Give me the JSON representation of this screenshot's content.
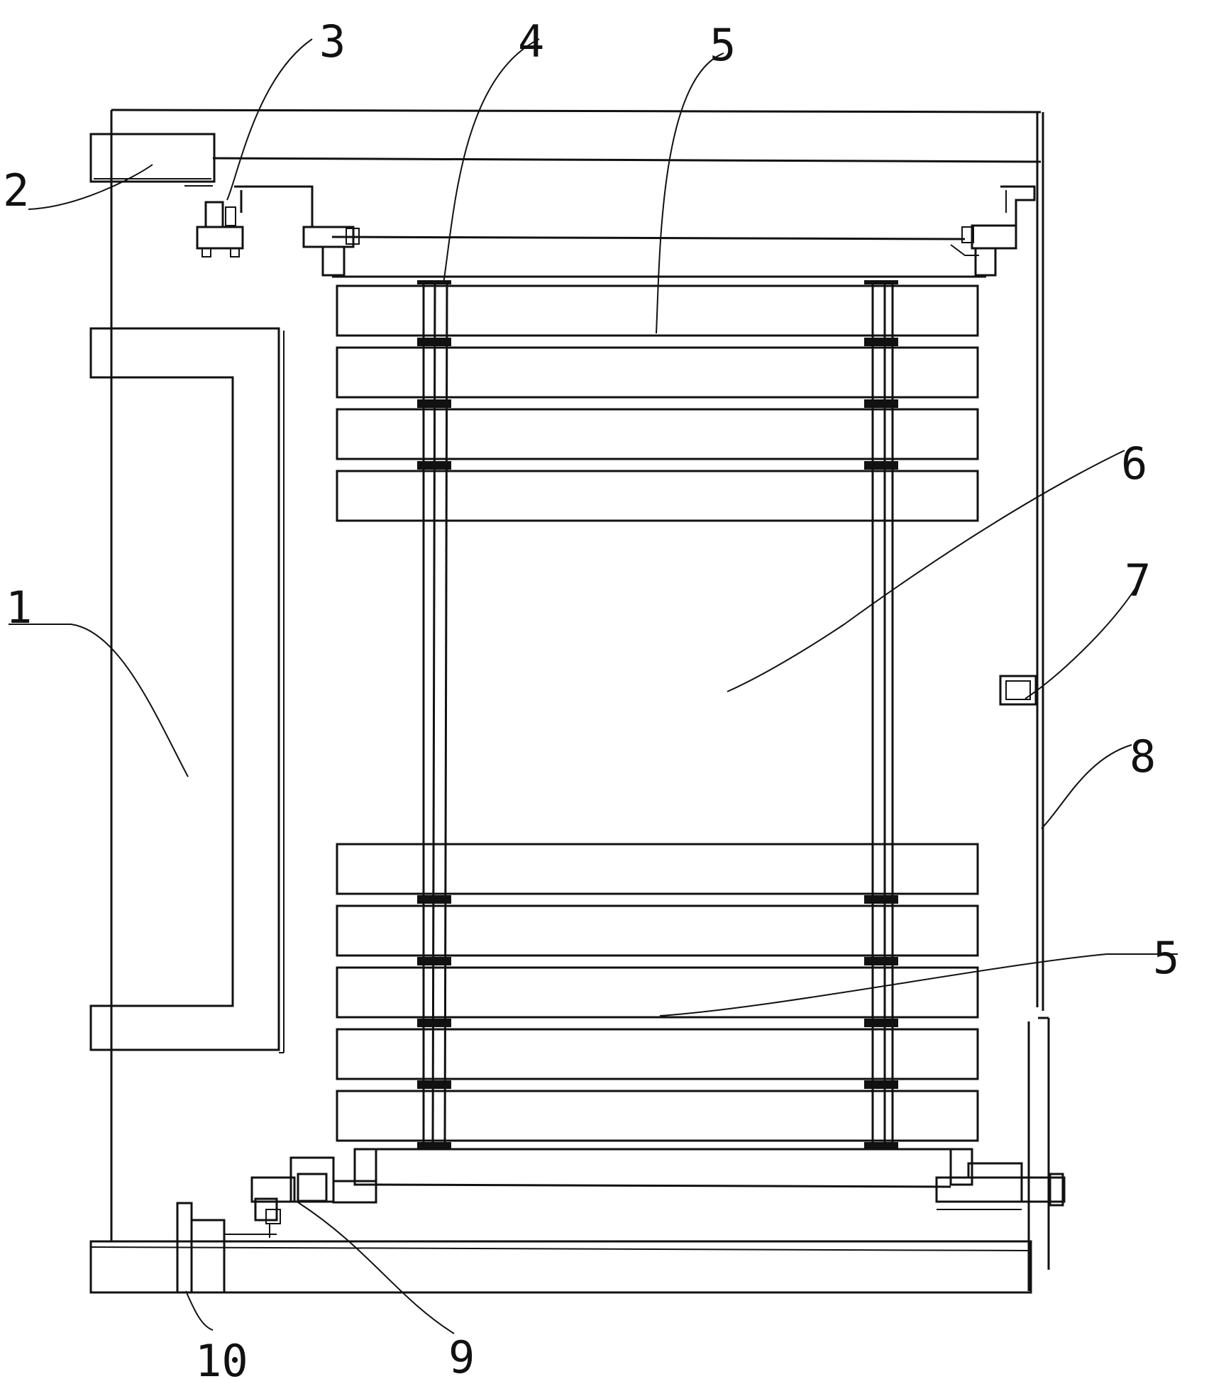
{
  "labels": {
    "l1": "1",
    "l2": "2",
    "l3": "3",
    "l4": "4",
    "l5a": "5",
    "l5b": "5",
    "l6": "6",
    "l7": "7",
    "l8": "8",
    "l9": "9",
    "l10": "10"
  },
  "colors": {
    "line": "#111111",
    "background": "#ffffff"
  }
}
